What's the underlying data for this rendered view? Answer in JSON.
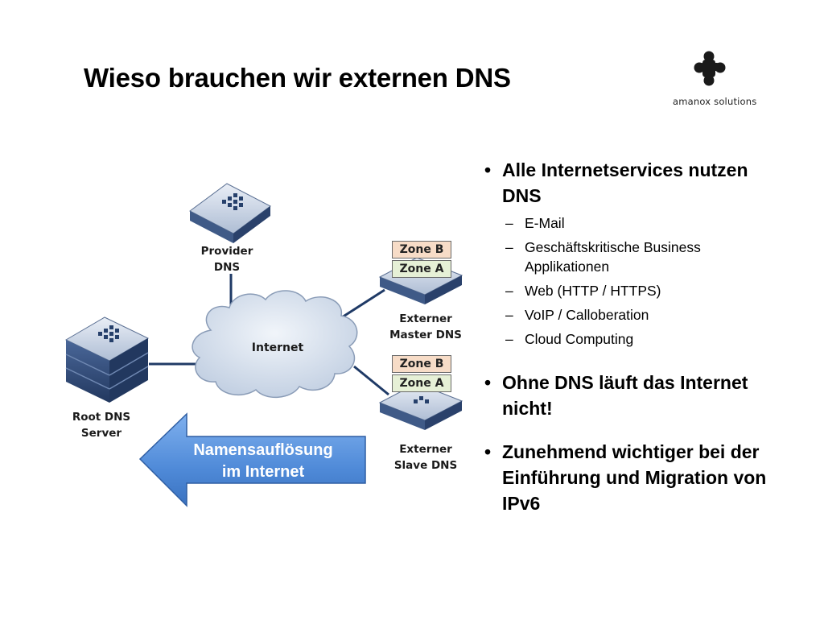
{
  "slide": {
    "title": "Wieso brauchen wir externen DNS",
    "logo_text": "amanox solutions"
  },
  "diagram": {
    "provider_dns": [
      "Provider",
      "DNS"
    ],
    "root_dns": [
      "Root DNS",
      "Server"
    ],
    "internet": "Internet",
    "master_dns": [
      "Externer",
      "Master DNS"
    ],
    "slave_dns": [
      "Externer",
      "Slave DNS"
    ],
    "zone_b": "Zone B",
    "zone_a": "Zone A",
    "arrow_text": [
      "Namensauflösung",
      "im Internet"
    ],
    "colors": {
      "arrow": "#4f8ad8",
      "cloud": "#d7e1ee",
      "device": "#35517f",
      "line": "#1f3a66"
    }
  },
  "bullets": {
    "b1": "Alle Internetservices nutzen DNS",
    "sub": [
      "E-Mail",
      "Geschäftskritische Business Applikationen",
      "Web (HTTP / HTTPS)",
      "VoIP / Calloberation",
      "Cloud Computing"
    ],
    "b2": "Ohne DNS läuft das Internet nicht!",
    "b3": "Zunehmend wichtiger bei der Einführung und Migration von IPv6"
  }
}
